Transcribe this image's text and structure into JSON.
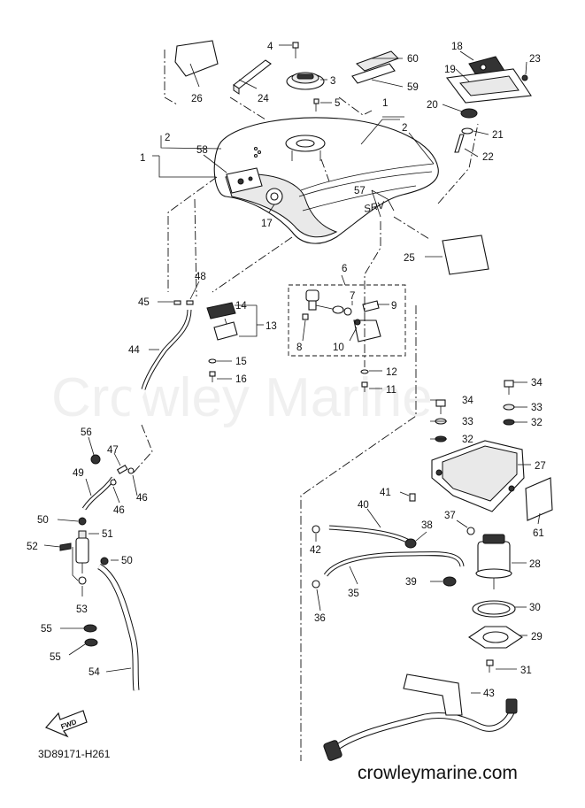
{
  "diagram_code": "3D89171-H261",
  "watermark": "Crowley Marine",
  "site_url": "crowleymarine.com",
  "fwd_label": "FWD",
  "labels": {
    "1": "1",
    "2": "2",
    "3": "3",
    "4": "4",
    "5": "5",
    "6": "6",
    "7": "7",
    "8": "8",
    "9": "9",
    "10": "10",
    "11": "11",
    "12": "12",
    "13": "13",
    "14": "14",
    "15": "15",
    "16": "16",
    "17": "17",
    "18": "18",
    "19": "19",
    "20": "20",
    "21": "21",
    "22": "22",
    "23": "23",
    "24": "24",
    "25": "25",
    "26": "26",
    "27": "27",
    "28": "28",
    "29": "29",
    "30": "30",
    "31": "31",
    "32": "32",
    "33": "33",
    "34": "34",
    "35": "35",
    "36": "36",
    "37": "37",
    "38": "38",
    "39": "39",
    "40": "40",
    "41": "41",
    "42": "42",
    "43": "43",
    "44": "44",
    "45": "45",
    "46": "46",
    "47": "47",
    "48": "48",
    "49": "49",
    "50": "50",
    "51": "51",
    "52": "52",
    "53": "53",
    "54": "54",
    "55": "55",
    "56": "56",
    "57": "57",
    "58": "58",
    "59": "59",
    "60": "60",
    "61": "61"
  }
}
